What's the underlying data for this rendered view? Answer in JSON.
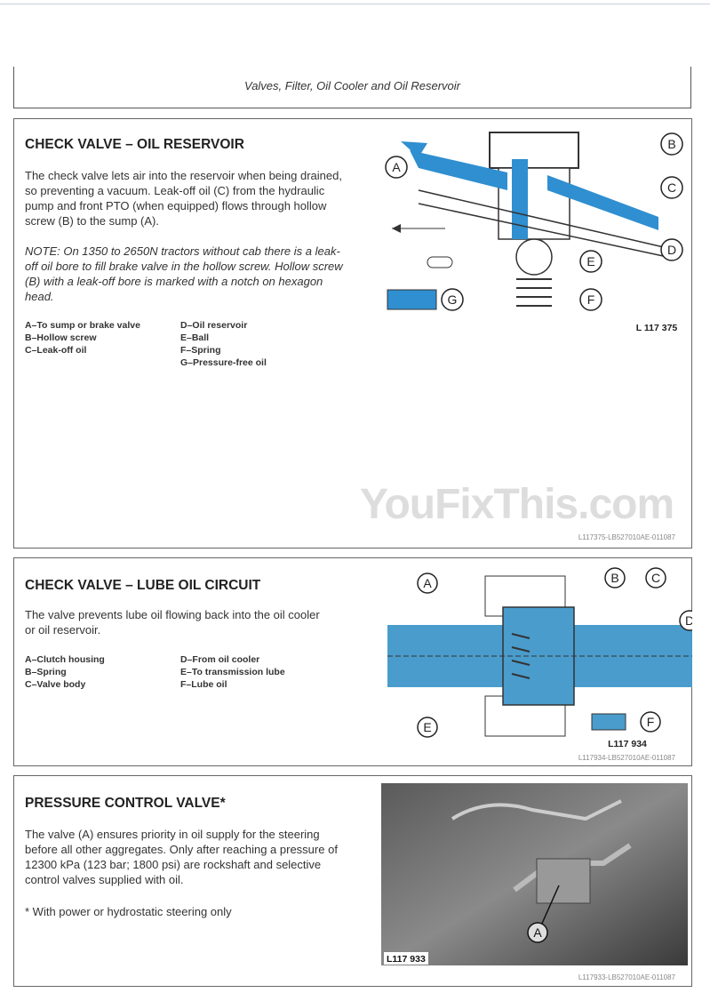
{
  "header": {
    "title": "Valves, Filter, Oil Cooler and Oil Reservoir"
  },
  "section1": {
    "title": "CHECK VALVE – OIL RESERVOIR",
    "body": "The check valve lets air into the reservoir when being drained, so preventing a vacuum. Leak-off oil (C) from the hydraulic pump and front PTO (when equipped) flows through hollow screw (B) to the sump (A).",
    "note": "NOTE: On 1350 to 2650N tractors without cab there is a leak-off oil bore to fill brake valve in the hollow screw. Hollow screw (B) with a leak-off bore is marked with a notch on hexagon head.",
    "legend_left": [
      "A–To sump or brake valve",
      "B–Hollow screw",
      "C–Leak-off oil"
    ],
    "legend_right": [
      "D–Oil reservoir",
      "E–Ball",
      "F–Spring",
      "G–Pressure-free oil"
    ],
    "figure_id": "L 117 375",
    "callouts": [
      "A",
      "B",
      "C",
      "D",
      "E",
      "F",
      "G"
    ],
    "ref": "L117375-LB527010AE-011087"
  },
  "section2": {
    "title": "CHECK VALVE – LUBE OIL CIRCUIT",
    "body": "The valve prevents lube oil flowing back into the oil cooler or oil reservoir.",
    "legend_left": [
      "A–Clutch housing",
      "B–Spring",
      "C–Valve body"
    ],
    "legend_right": [
      "D–From oil cooler",
      "E–To transmission lube",
      "F–Lube oil"
    ],
    "figure_id": "L117 934",
    "callouts": [
      "A",
      "B",
      "C",
      "D",
      "E",
      "F"
    ],
    "ref": "L117934-LB527010AE-011087"
  },
  "section3": {
    "title": "PRESSURE CONTROL VALVE*",
    "body": "The valve (A) ensures priority in oil supply for the steering before all other aggregates. Only after reaching a pressure of 12300 kPa (123 bar; 1800 psi) are rockshaft and selective control valves supplied with oil.",
    "footnote": "* With power or hydrostatic steering only",
    "figure_id": "L117 933",
    "callouts": [
      "A"
    ],
    "ref": "L117933-LB527010AE-011087"
  },
  "watermark": "YouFixThis.com",
  "colors": {
    "oil": "#2f8fd0",
    "lube": "#4a9ccc"
  }
}
